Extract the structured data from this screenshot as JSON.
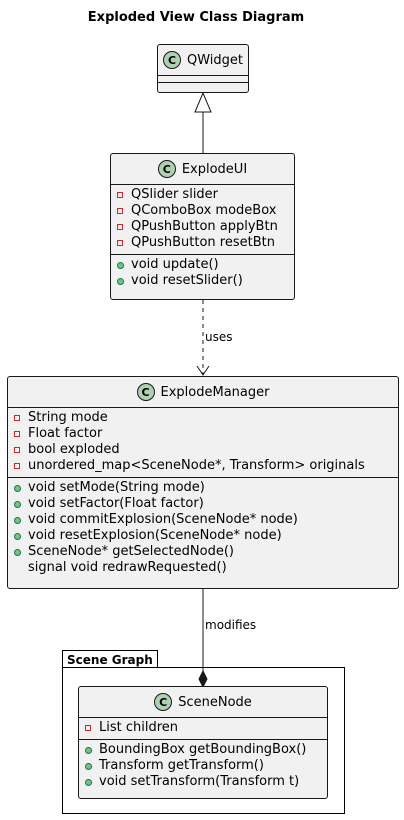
{
  "title": "Exploded View Class Diagram",
  "classes": {
    "qwidget": {
      "name": "QWidget",
      "badge": "C",
      "fields": [],
      "methods": []
    },
    "explodeui": {
      "name": "ExplodeUI",
      "badge": "C",
      "fields": [
        "QSlider slider",
        "QComboBox modeBox",
        "QPushButton applyBtn",
        "QPushButton resetBtn"
      ],
      "methods": [
        "void update()",
        "void resetSlider()"
      ]
    },
    "explodemanager": {
      "name": "ExplodeManager",
      "badge": "C",
      "fields": [
        "String mode",
        "Float factor",
        "bool exploded",
        "unordered_map<SceneNode*, Transform> originals"
      ],
      "methods": [
        "void setMode(String mode)",
        "void setFactor(Float factor)",
        "void commitExplosion(SceneNode* node)",
        "void resetExplosion(SceneNode* node)",
        "SceneNode* getSelectedNode()",
        "signal void redrawRequested()"
      ]
    },
    "scenenode": {
      "name": "SceneNode",
      "badge": "C",
      "fields": [
        "List children"
      ],
      "methods": [
        "BoundingBox getBoundingBox()",
        "Transform getTransform()",
        "void setTransform(Transform t)"
      ]
    }
  },
  "package": {
    "name": "Scene Graph"
  },
  "relations": {
    "uses": "uses",
    "modifies": "modifies"
  }
}
